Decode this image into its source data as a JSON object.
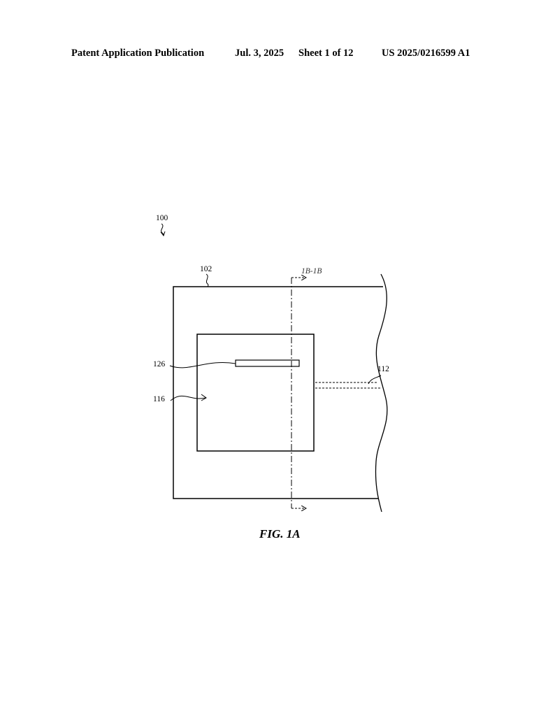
{
  "header": {
    "publication": "Patent Application Publication",
    "date": "Jul. 3, 2025",
    "sheet": "Sheet 1 of 12",
    "number": "US 2025/0216599 A1"
  },
  "figure": {
    "caption": "FIG. 1A",
    "section_label": "1B-1B",
    "labels": {
      "assembly": "100",
      "substrate": "102",
      "trace": "112",
      "region": "116",
      "element": "126"
    }
  }
}
